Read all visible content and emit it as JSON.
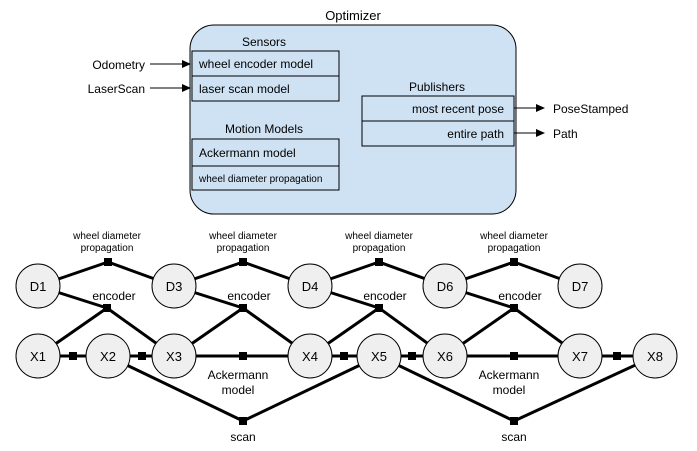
{
  "colors": {
    "optimizer_fill": "#cfe2f3",
    "node_fill": "#efefef",
    "stroke": "#000000"
  },
  "optimizer": {
    "title": "Optimizer",
    "sensors": {
      "title": "Sensors",
      "items": [
        "wheel encoder model",
        "laser scan model"
      ]
    },
    "motion_models": {
      "title": "Motion Models",
      "items": [
        "Ackermann model",
        "wheel diameter propagation"
      ]
    },
    "publishers": {
      "title": "Publishers",
      "items": [
        "most recent pose",
        "entire path"
      ]
    }
  },
  "inputs": [
    "Odometry",
    "LaserScan"
  ],
  "outputs": [
    "PoseStamped",
    "Path"
  ],
  "graph": {
    "variable_nodes": {
      "d": [
        "D1",
        "D3",
        "D4",
        "D6",
        "D7"
      ],
      "x": [
        "X1",
        "X2",
        "X3",
        "X4",
        "X5",
        "X6",
        "X7",
        "X8"
      ]
    },
    "factor_labels": {
      "wheel_diameter_propagation": [
        "wheel diameter",
        "propagation"
      ],
      "encoder": "encoder",
      "ackermann": [
        "Ackermann",
        "model"
      ],
      "scan": "scan"
    }
  }
}
